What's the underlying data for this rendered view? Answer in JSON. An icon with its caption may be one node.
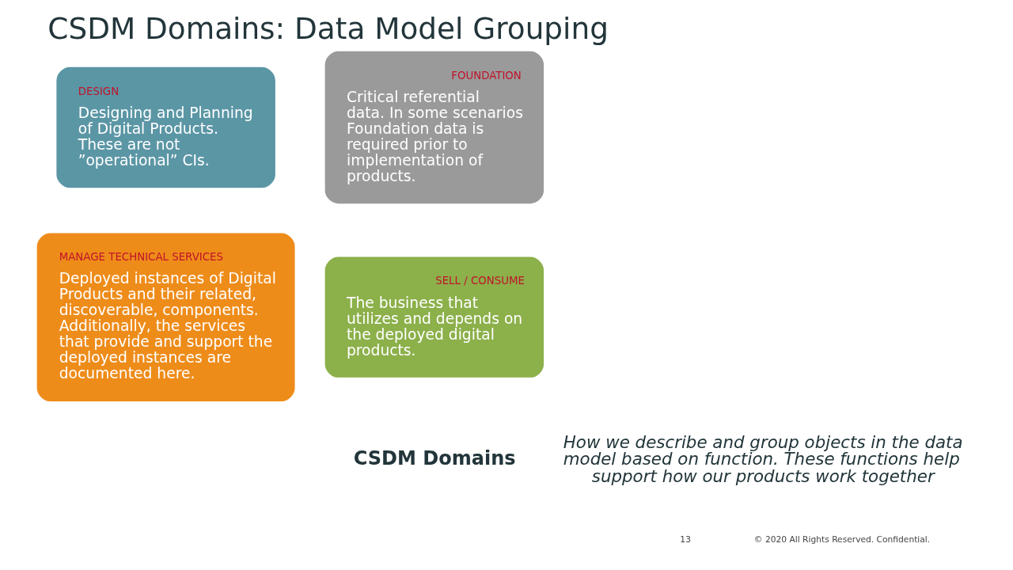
{
  "diagram": {
    "title": "CSDM Domains: Data Model Grouping",
    "nodes": [
      {
        "text": [
          "DESIGN",
          "Designing and Planning of Digital Products. These are not ”operational” CIs."
        ]
      },
      {
        "text": [
          "FOUNDATION",
          "Critical referential data. In some scenarios Foundation data is required prior to implementation of products."
        ]
      },
      {
        "text": [
          "MANAGE TECHNICAL SERVICES",
          "Deployed instances of Digital Products and their related, discoverable, components. Additionally, the services that provide and support the deployed instances are documented here."
        ]
      },
      {
        "text": [
          "SELL / CONSUME",
          "The business that utilizes and depends on the deployed digital products."
        ]
      }
    ],
    "edges": [],
    "labels": [
      "CSDM Domains",
      "How we describe and group objects in the data model based on function. These functions help support how our products work together",
      "13",
      "© 2020 All Rights Reserved. Confidential."
    ]
  }
}
